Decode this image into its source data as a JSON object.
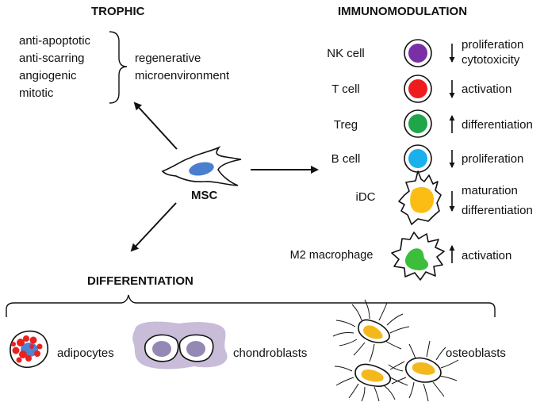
{
  "headings": {
    "trophic": "TROPHIC",
    "immunomodulation": "IMMUNOMODULATION",
    "differentiation": "DIFFERENTIATION"
  },
  "center": {
    "label": "MSC"
  },
  "trophic": {
    "properties": [
      "anti-apoptotic",
      "anti-scarring",
      "angiogenic",
      "mitotic"
    ],
    "result_line1": "regenerative",
    "result_line2": "microenvironment"
  },
  "immune_cells": [
    {
      "name": "NK cell",
      "direction": "down",
      "effects": [
        "proliferation",
        "cytotoxicity"
      ],
      "color": "#7b2fa6"
    },
    {
      "name": "T cell",
      "direction": "down",
      "effects": [
        "activation"
      ],
      "color": "#ee1c1c"
    },
    {
      "name": "Treg",
      "direction": "up",
      "effects": [
        "differentiation"
      ],
      "color": "#1fa64a"
    },
    {
      "name": "B cell",
      "direction": "down",
      "effects": [
        "proliferation"
      ],
      "color": "#1ab0ec"
    },
    {
      "name": "iDC",
      "direction": "down",
      "effects": [
        "maturation",
        "differentiation"
      ],
      "color": "#fbbd14"
    },
    {
      "name": "M2 macrophage",
      "direction": "up",
      "effects": [
        "activation"
      ],
      "color": "#3cbe3c"
    }
  ],
  "differentiation": [
    {
      "name": "adipocytes",
      "color": "#e8231f"
    },
    {
      "name": "chondroblasts",
      "color": "#9488b4"
    },
    {
      "name": "osteoblasts",
      "color": "#f3b81c"
    }
  ],
  "colors": {
    "msc_nucleus": "#4a7fd0",
    "cartilage_matrix": "#c8bcd8",
    "adipocyte_nucleus": "#4a86d8"
  }
}
